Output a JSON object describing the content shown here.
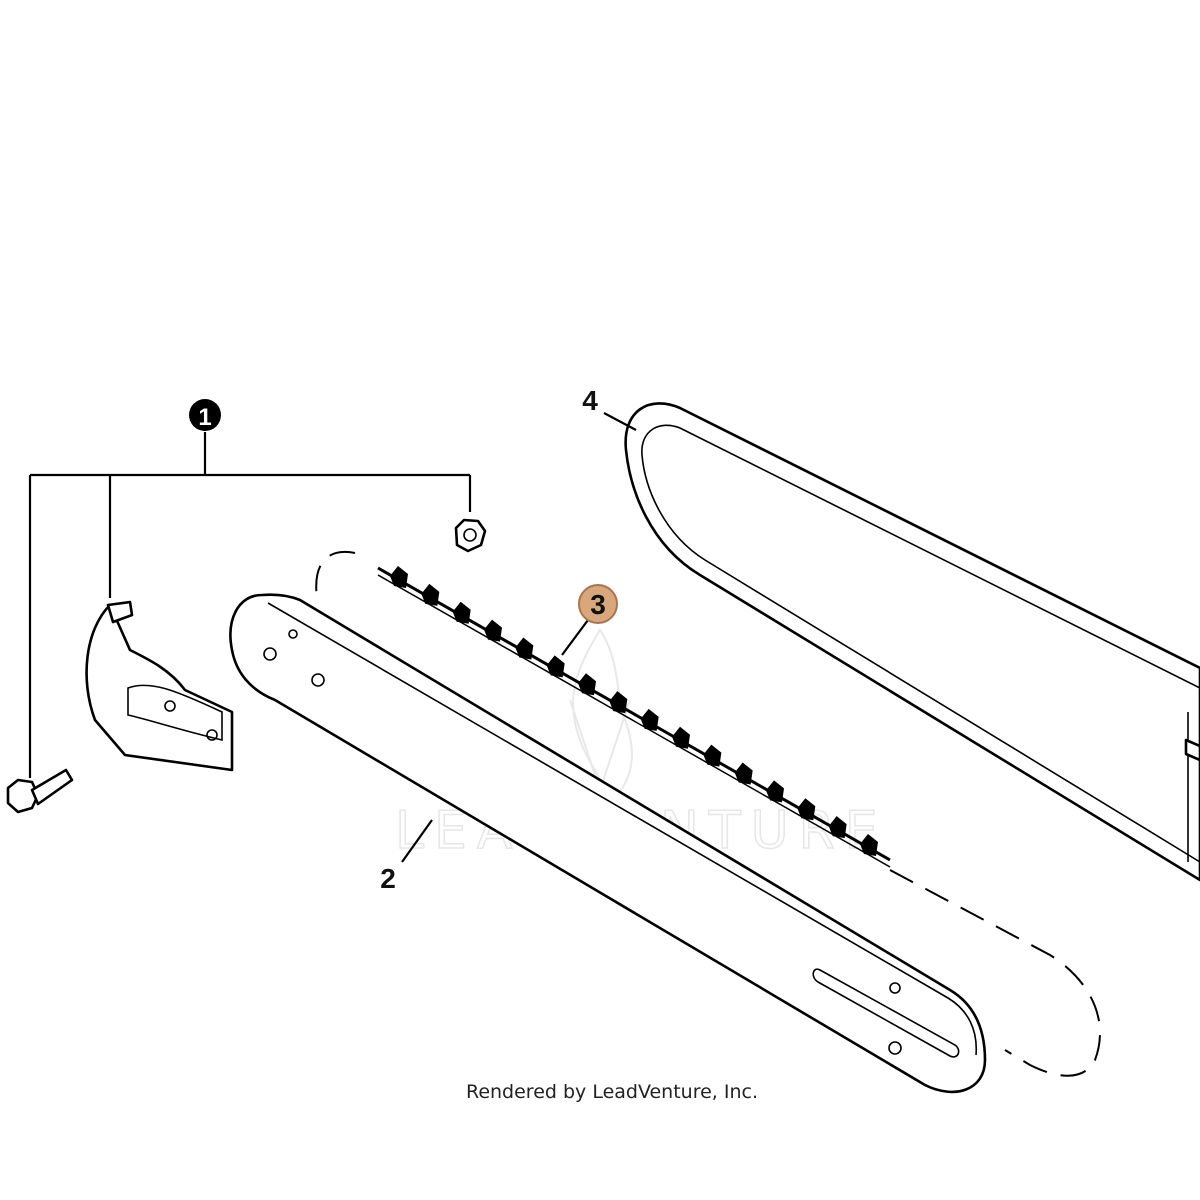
{
  "diagram": {
    "callouts": [
      {
        "id": "1",
        "label": "1",
        "style": "filled-black"
      },
      {
        "id": "2",
        "label": "2",
        "style": "plain"
      },
      {
        "id": "3",
        "label": "3",
        "style": "highlighted",
        "highlight_color": "#d9a77c"
      },
      {
        "id": "4",
        "label": "4",
        "style": "plain"
      }
    ],
    "credit": "Rendered by LeadVenture, Inc.",
    "watermark": "LEADVENTURE"
  },
  "colors": {
    "line": "#000000",
    "background": "#ffffff",
    "highlight": "#d9a77c",
    "watermark": "#e6e6e6"
  }
}
